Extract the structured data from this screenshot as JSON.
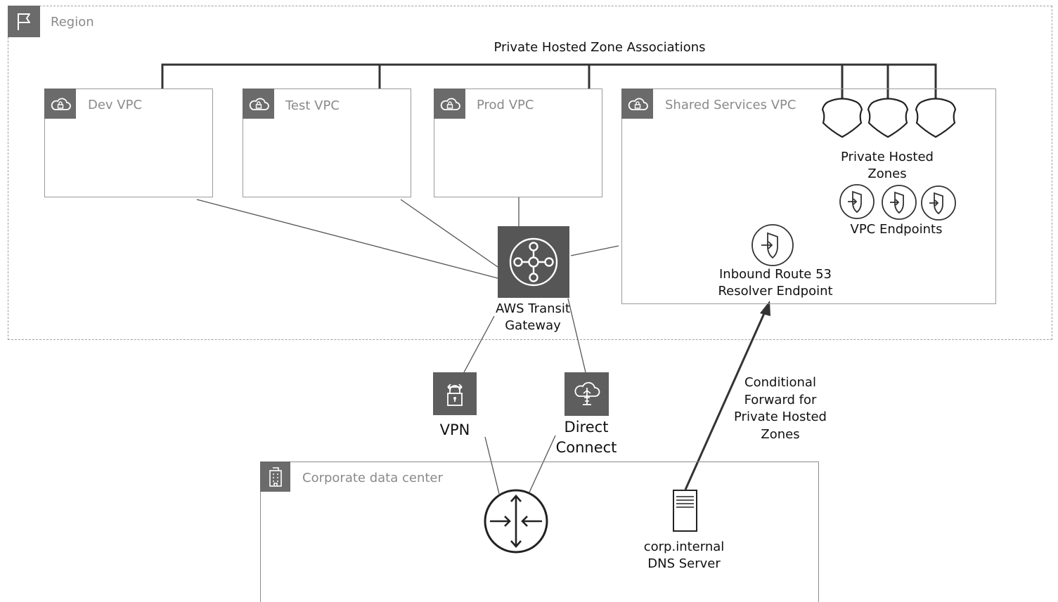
{
  "region": {
    "label": "Region"
  },
  "associations": {
    "label": "Private Hosted Zone Associations"
  },
  "vpcs": [
    {
      "label": "Dev VPC"
    },
    {
      "label": "Test VPC"
    },
    {
      "label": "Prod VPC"
    },
    {
      "label": "Shared Services VPC"
    }
  ],
  "shared_services": {
    "private_hosted_zones_line1": "Private Hosted",
    "private_hosted_zones_line2": "Zones",
    "vpc_endpoints": "VPC Endpoints",
    "inbound_line1": "Inbound Route 53",
    "inbound_line2": "Resolver Endpoint"
  },
  "transit_gateway": {
    "line1": "AWS Transit",
    "line2": "Gateway"
  },
  "vpn": {
    "label": "VPN"
  },
  "direct_connect": {
    "line1": "Direct",
    "line2": "Connect"
  },
  "forward": {
    "line1": "Conditional",
    "line2": "Forward for",
    "line3": "Private Hosted",
    "line4": "Zones"
  },
  "datacenter": {
    "label": "Corporate data center",
    "dns_line1": "corp.internal",
    "dns_line2": "DNS Server"
  },
  "colors": {
    "tile": "#6b6b6b",
    "tile_dark": "#565656",
    "line": "#555555",
    "border": "#9a9a9a"
  }
}
